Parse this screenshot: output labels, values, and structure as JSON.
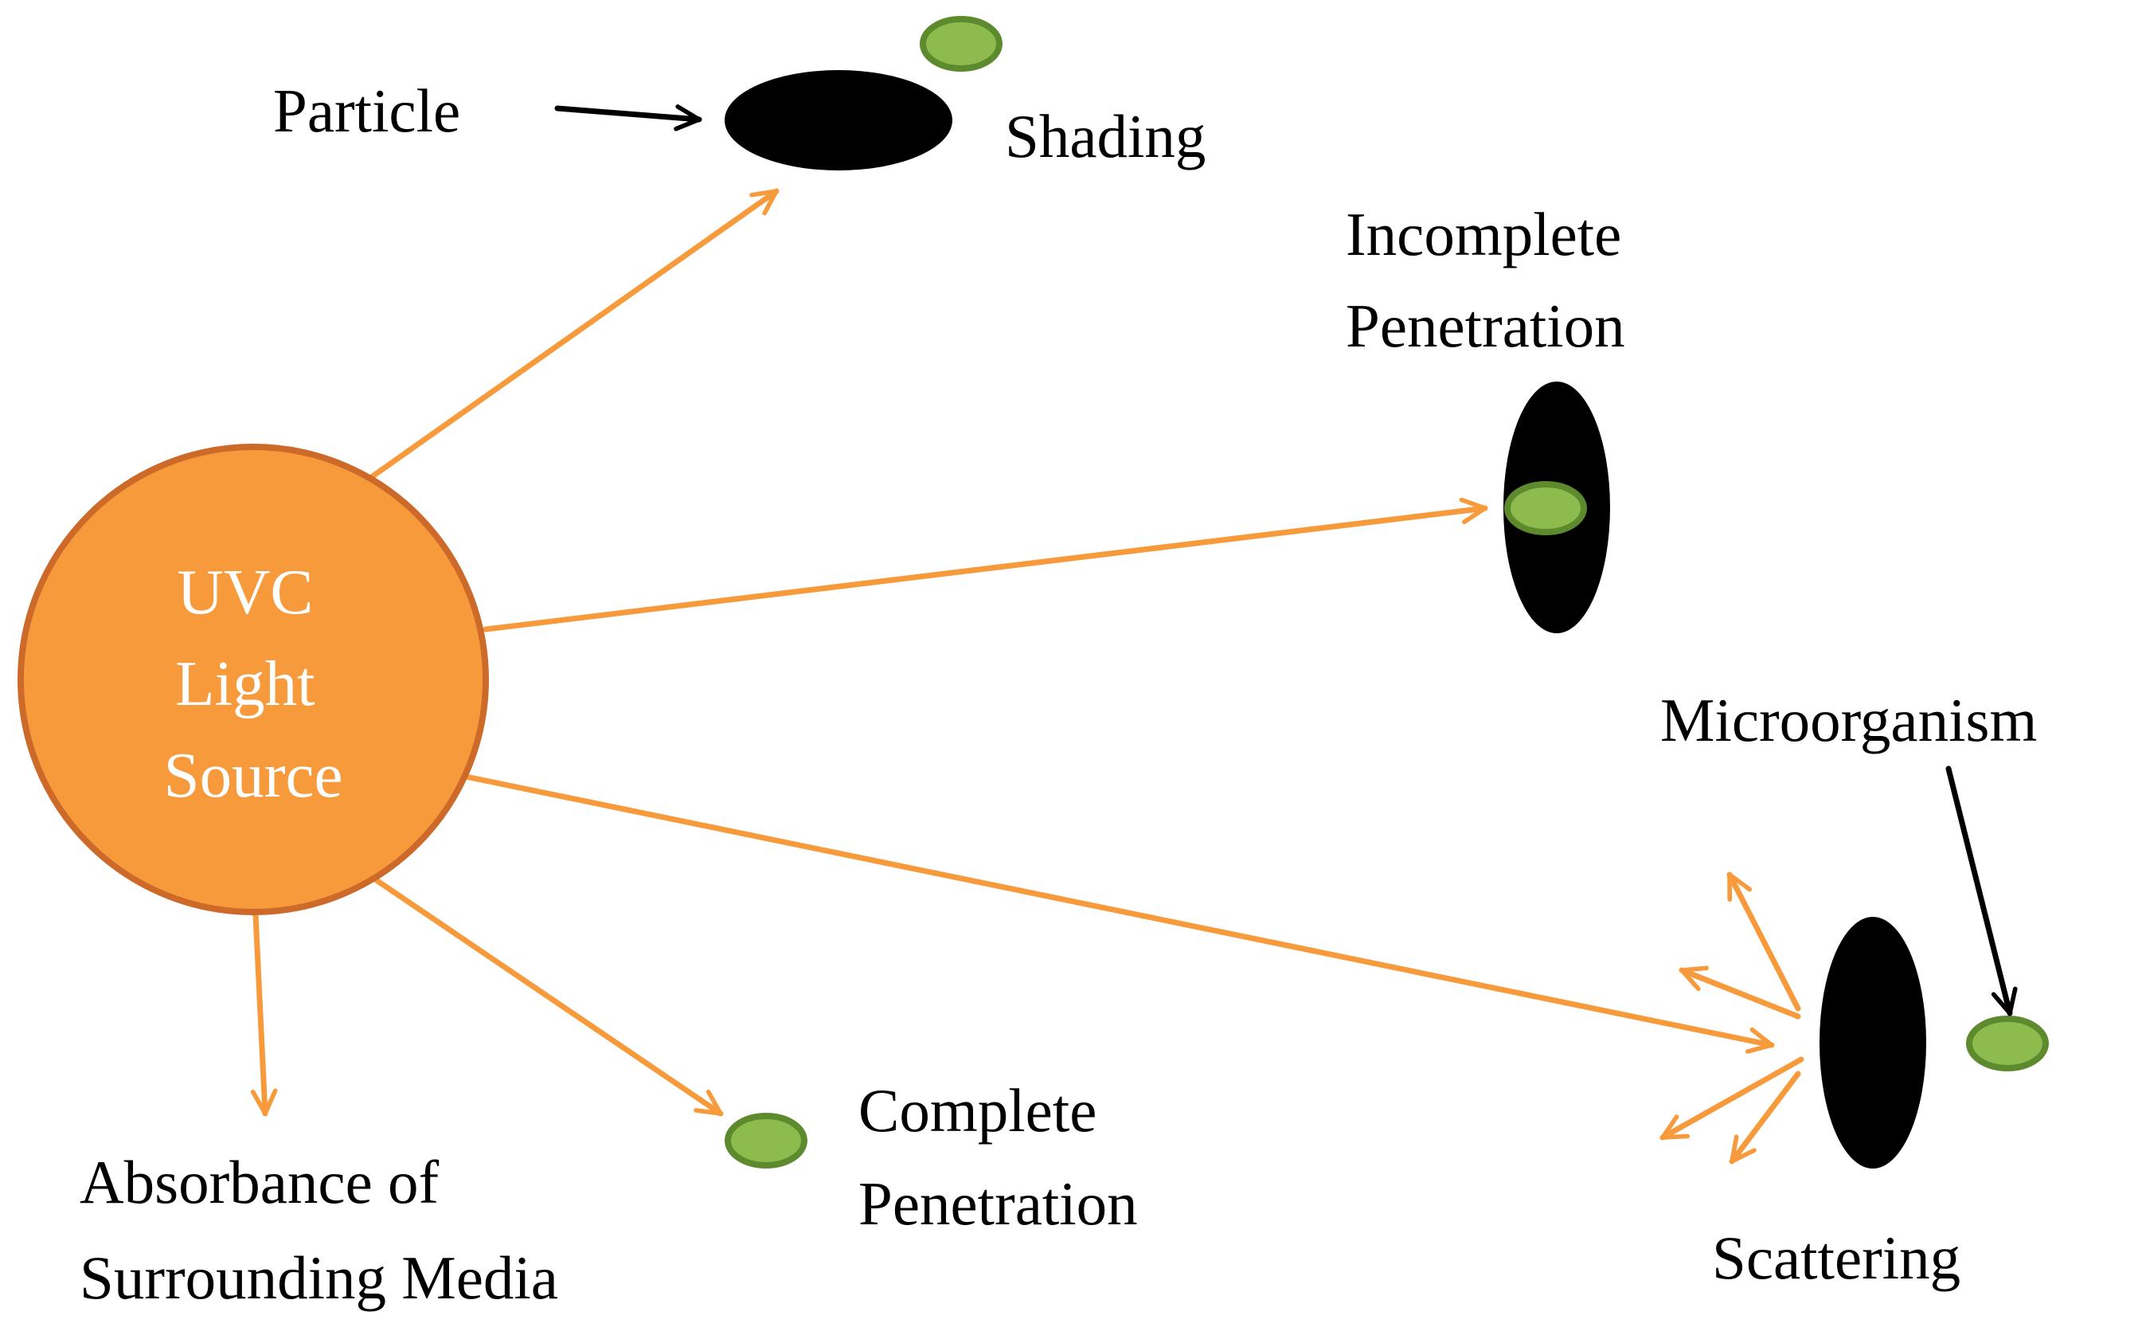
{
  "colors": {
    "beam": "#F79A3C",
    "source_fill": "#F79A3C",
    "source_stroke": "#CD6A2A",
    "particle": "#000000",
    "microbe_fill": "#8DBB4D",
    "microbe_stroke": "#5E8A2E",
    "pointer": "#000000",
    "background": "#FFFFFF"
  },
  "source": {
    "lines": [
      "UVC",
      "Light",
      "Source"
    ]
  },
  "labels": {
    "particle": "Particle",
    "shading": "Shading",
    "incomplete": [
      "Incomplete",
      "Penetration"
    ],
    "microorganism": "Microorganism",
    "complete": [
      "Complete",
      "Penetration"
    ],
    "absorbance": [
      "Absorbance of",
      "Surrounding Media"
    ],
    "scattering": "Scattering"
  }
}
